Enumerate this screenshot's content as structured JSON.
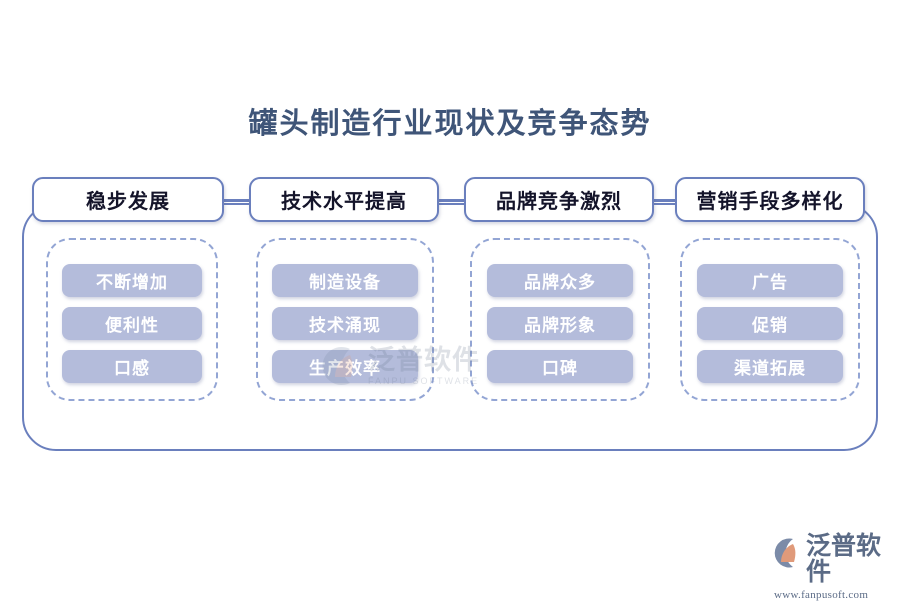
{
  "diagram": {
    "title": "罐头制造行业现状及竞争态势",
    "accent_border_color": "#6a7fbd",
    "dashed_border_color": "#93a5d4",
    "pill_color": "#b4bcdb",
    "title_color": "#3f5578",
    "columns": [
      {
        "header": "稳步发展",
        "items": [
          "不断增加",
          "便利性",
          "口感"
        ]
      },
      {
        "header": "技术水平提高",
        "items": [
          "制造设备",
          "技术涌现",
          "生产效率"
        ]
      },
      {
        "header": "品牌竞争激烈",
        "items": [
          "品牌众多",
          "品牌形象",
          "口碑"
        ]
      },
      {
        "header": "营销手段多样化",
        "items": [
          "广告",
          "促销",
          "渠道拓展"
        ]
      }
    ]
  },
  "watermark": {
    "name": "泛普软件",
    "english": "FANPU SOFTWARE"
  },
  "logo": {
    "name": "泛普软件",
    "url": "www.fanpusoft.com"
  }
}
